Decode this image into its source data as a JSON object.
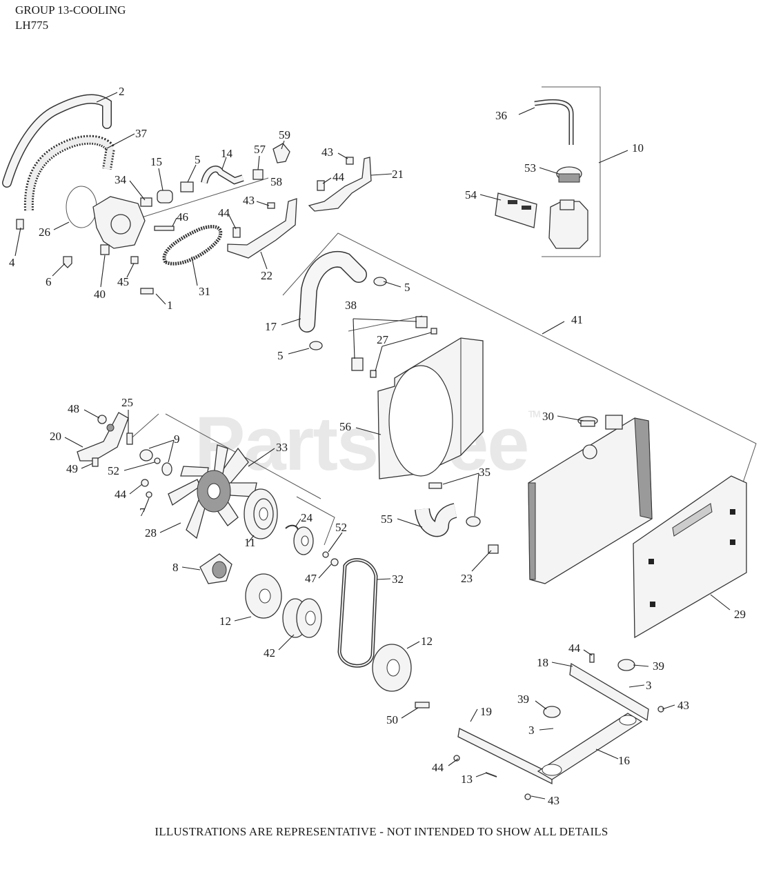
{
  "header": {
    "group": "GROUP 13-COOLING",
    "model": "LH775"
  },
  "footer": "ILLUSTRATIONS ARE REPRESENTATIVE - NOT INTENDED TO SHOW ALL DETAILS",
  "watermark": "PartsTree",
  "watermark_mark": "TM",
  "callouts": [
    {
      "num": "2",
      "part": "hose-upper-left"
    },
    {
      "num": "37",
      "part": "hose-spiral"
    },
    {
      "num": "59",
      "part": "elbow-fitting"
    },
    {
      "num": "14",
      "part": "hose-pipe"
    },
    {
      "num": "15",
      "part": "hose-sleeve"
    },
    {
      "num": "5",
      "part": "hose-clamp-top"
    },
    {
      "num": "57",
      "part": "plug"
    },
    {
      "num": "58",
      "part": "hose-assembly"
    },
    {
      "num": "34",
      "part": "clamp"
    },
    {
      "num": "26",
      "part": "o-ring"
    },
    {
      "num": "4",
      "part": "fitting"
    },
    {
      "num": "6",
      "part": "elbow-adapter"
    },
    {
      "num": "40",
      "part": "water-pump"
    },
    {
      "num": "45",
      "part": "bolt"
    },
    {
      "num": "46",
      "part": "bolt"
    },
    {
      "num": "31",
      "part": "belt-small"
    },
    {
      "num": "1",
      "part": "sensor"
    },
    {
      "num": "43",
      "part": "nut-bracket-21"
    },
    {
      "num": "44",
      "part": "bolt-bracket-21"
    },
    {
      "num": "21",
      "part": "bracket-upper"
    },
    {
      "num": "43",
      "part": "nut-bracket-22"
    },
    {
      "num": "44",
      "part": "bolt-bracket-22"
    },
    {
      "num": "22",
      "part": "bracket-lower"
    },
    {
      "num": "36",
      "part": "overflow-hose"
    },
    {
      "num": "10",
      "part": "reservoir-assembly"
    },
    {
      "num": "53",
      "part": "reservoir-cap"
    },
    {
      "num": "54",
      "part": "decal"
    },
    {
      "num": "17",
      "part": "upper-radiator-hose"
    },
    {
      "num": "5",
      "part": "hose-clamp-a"
    },
    {
      "num": "5",
      "part": "hose-clamp-b"
    },
    {
      "num": "41",
      "part": "radiator-assembly"
    },
    {
      "num": "38",
      "part": "isolator"
    },
    {
      "num": "27",
      "part": "clip"
    },
    {
      "num": "56",
      "part": "fan-shroud"
    },
    {
      "num": "30",
      "part": "radiator-cap"
    },
    {
      "num": "48",
      "part": "nut"
    },
    {
      "num": "25",
      "part": "stud"
    },
    {
      "num": "20",
      "part": "idler-arm"
    },
    {
      "num": "49",
      "part": "bolt"
    },
    {
      "num": "9",
      "part": "spacer"
    },
    {
      "num": "52",
      "part": "washer-left"
    },
    {
      "num": "44",
      "part": "bolt-fan"
    },
    {
      "num": "7",
      "part": "washer"
    },
    {
      "num": "33",
      "part": "fan-assembly"
    },
    {
      "num": "28",
      "part": "fan"
    },
    {
      "num": "11",
      "part": "pulley"
    },
    {
      "num": "24",
      "part": "snap-ring"
    },
    {
      "num": "52",
      "part": "washer-right"
    },
    {
      "num": "47",
      "part": "nut"
    },
    {
      "num": "8",
      "part": "fan-hub"
    },
    {
      "num": "35",
      "part": "hose-clamp-pair"
    },
    {
      "num": "55",
      "part": "lower-radiator-hose"
    },
    {
      "num": "23",
      "part": "drain-valve"
    },
    {
      "num": "29",
      "part": "screen"
    },
    {
      "num": "32",
      "part": "v-belt"
    },
    {
      "num": "12",
      "part": "pulley-half-left"
    },
    {
      "num": "42",
      "part": "double-pulley"
    },
    {
      "num": "12",
      "part": "pulley-half-right"
    },
    {
      "num": "44",
      "part": "bolt-frame"
    },
    {
      "num": "18",
      "part": "frame-rail-rear"
    },
    {
      "num": "39",
      "part": "mount-right"
    },
    {
      "num": "3",
      "part": "pin-right"
    },
    {
      "num": "43",
      "part": "nut-frame-right"
    },
    {
      "num": "39",
      "part": "mount-left"
    },
    {
      "num": "3",
      "part": "pin-left"
    },
    {
      "num": "19",
      "part": "frame-rail-front"
    },
    {
      "num": "50",
      "part": "bolt-long"
    },
    {
      "num": "16",
      "part": "frame-cross"
    },
    {
      "num": "44",
      "part": "bolt-frame-left"
    },
    {
      "num": "13",
      "part": "pin-small"
    },
    {
      "num": "43",
      "part": "nut-frame-bottom"
    }
  ]
}
